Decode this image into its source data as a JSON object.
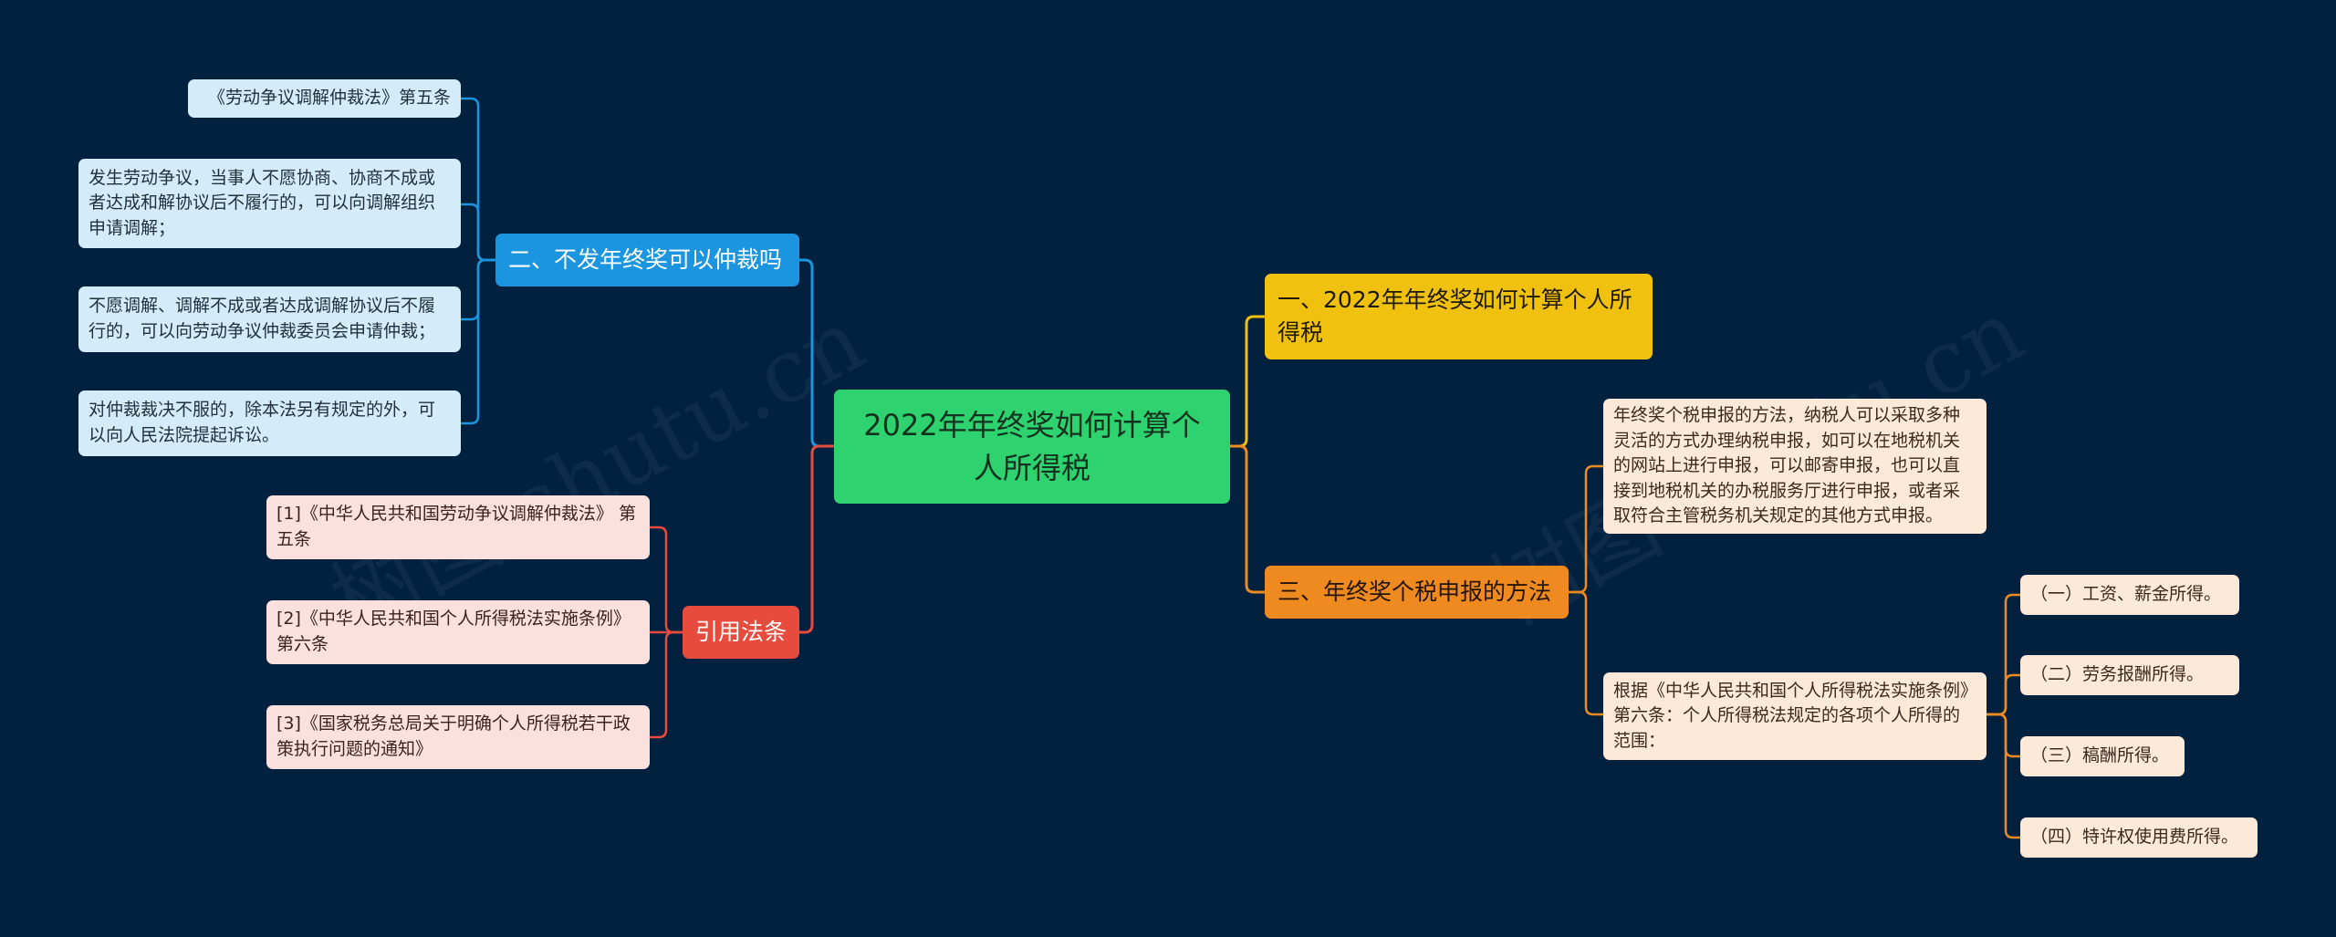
{
  "colors": {
    "background": "#02213f",
    "root": "#2ed36f",
    "blue_branch": "#1b95e0",
    "red_branch": "#e64b3d",
    "yellow_branch": "#f0c10f",
    "orange_branch": "#ee8a1f"
  },
  "watermark": "树图 shutu.cn",
  "root": {
    "label": "2022年年终奖如何计算个人所得税"
  },
  "left_branches": [
    {
      "label": "二、不发年终奖可以仲裁吗",
      "children": [
        "《劳动争议调解仲裁法》第五条",
        "发生劳动争议，当事人不愿协商、协商不成或者达成和解协议后不履行的，可以向调解组织申请调解；",
        "不愿调解、调解不成或者达成调解协议后不履行的，可以向劳动争议仲裁委员会申请仲裁；",
        "对仲裁裁决不服的，除本法另有规定的外，可以向人民法院提起诉讼。"
      ]
    },
    {
      "label": "引用法条",
      "children": [
        "[1]《中华人民共和国劳动争议调解仲裁法》 第五条",
        "[2]《中华人民共和国个人所得税法实施条例》 第六条",
        "[3]《国家税务总局关于明确个人所得税若干政策执行问题的通知》"
      ]
    }
  ],
  "right_branches": [
    {
      "label": "一、2022年年终奖如何计算个人所得税"
    },
    {
      "label": "三、年终奖个税申报的方法",
      "children": [
        {
          "label": "年终奖个税申报的方法，纳税人可以采取多种灵活的方式办理纳税申报，如可以在地税机关的网站上进行申报，可以邮寄申报，也可以直接到地税机关的办税服务厅进行申报，或者采取符合主管税务机关规定的其他方式申报。"
        },
        {
          "label": "根据《中华人民共和国个人所得税法实施条例》第六条：个人所得税法规定的各项个人所得的范围：",
          "children": [
            "（一）工资、薪金所得。",
            "（二）劳务报酬所得。",
            "（三）稿酬所得。",
            "（四）特许权使用费所得。"
          ]
        }
      ]
    }
  ]
}
